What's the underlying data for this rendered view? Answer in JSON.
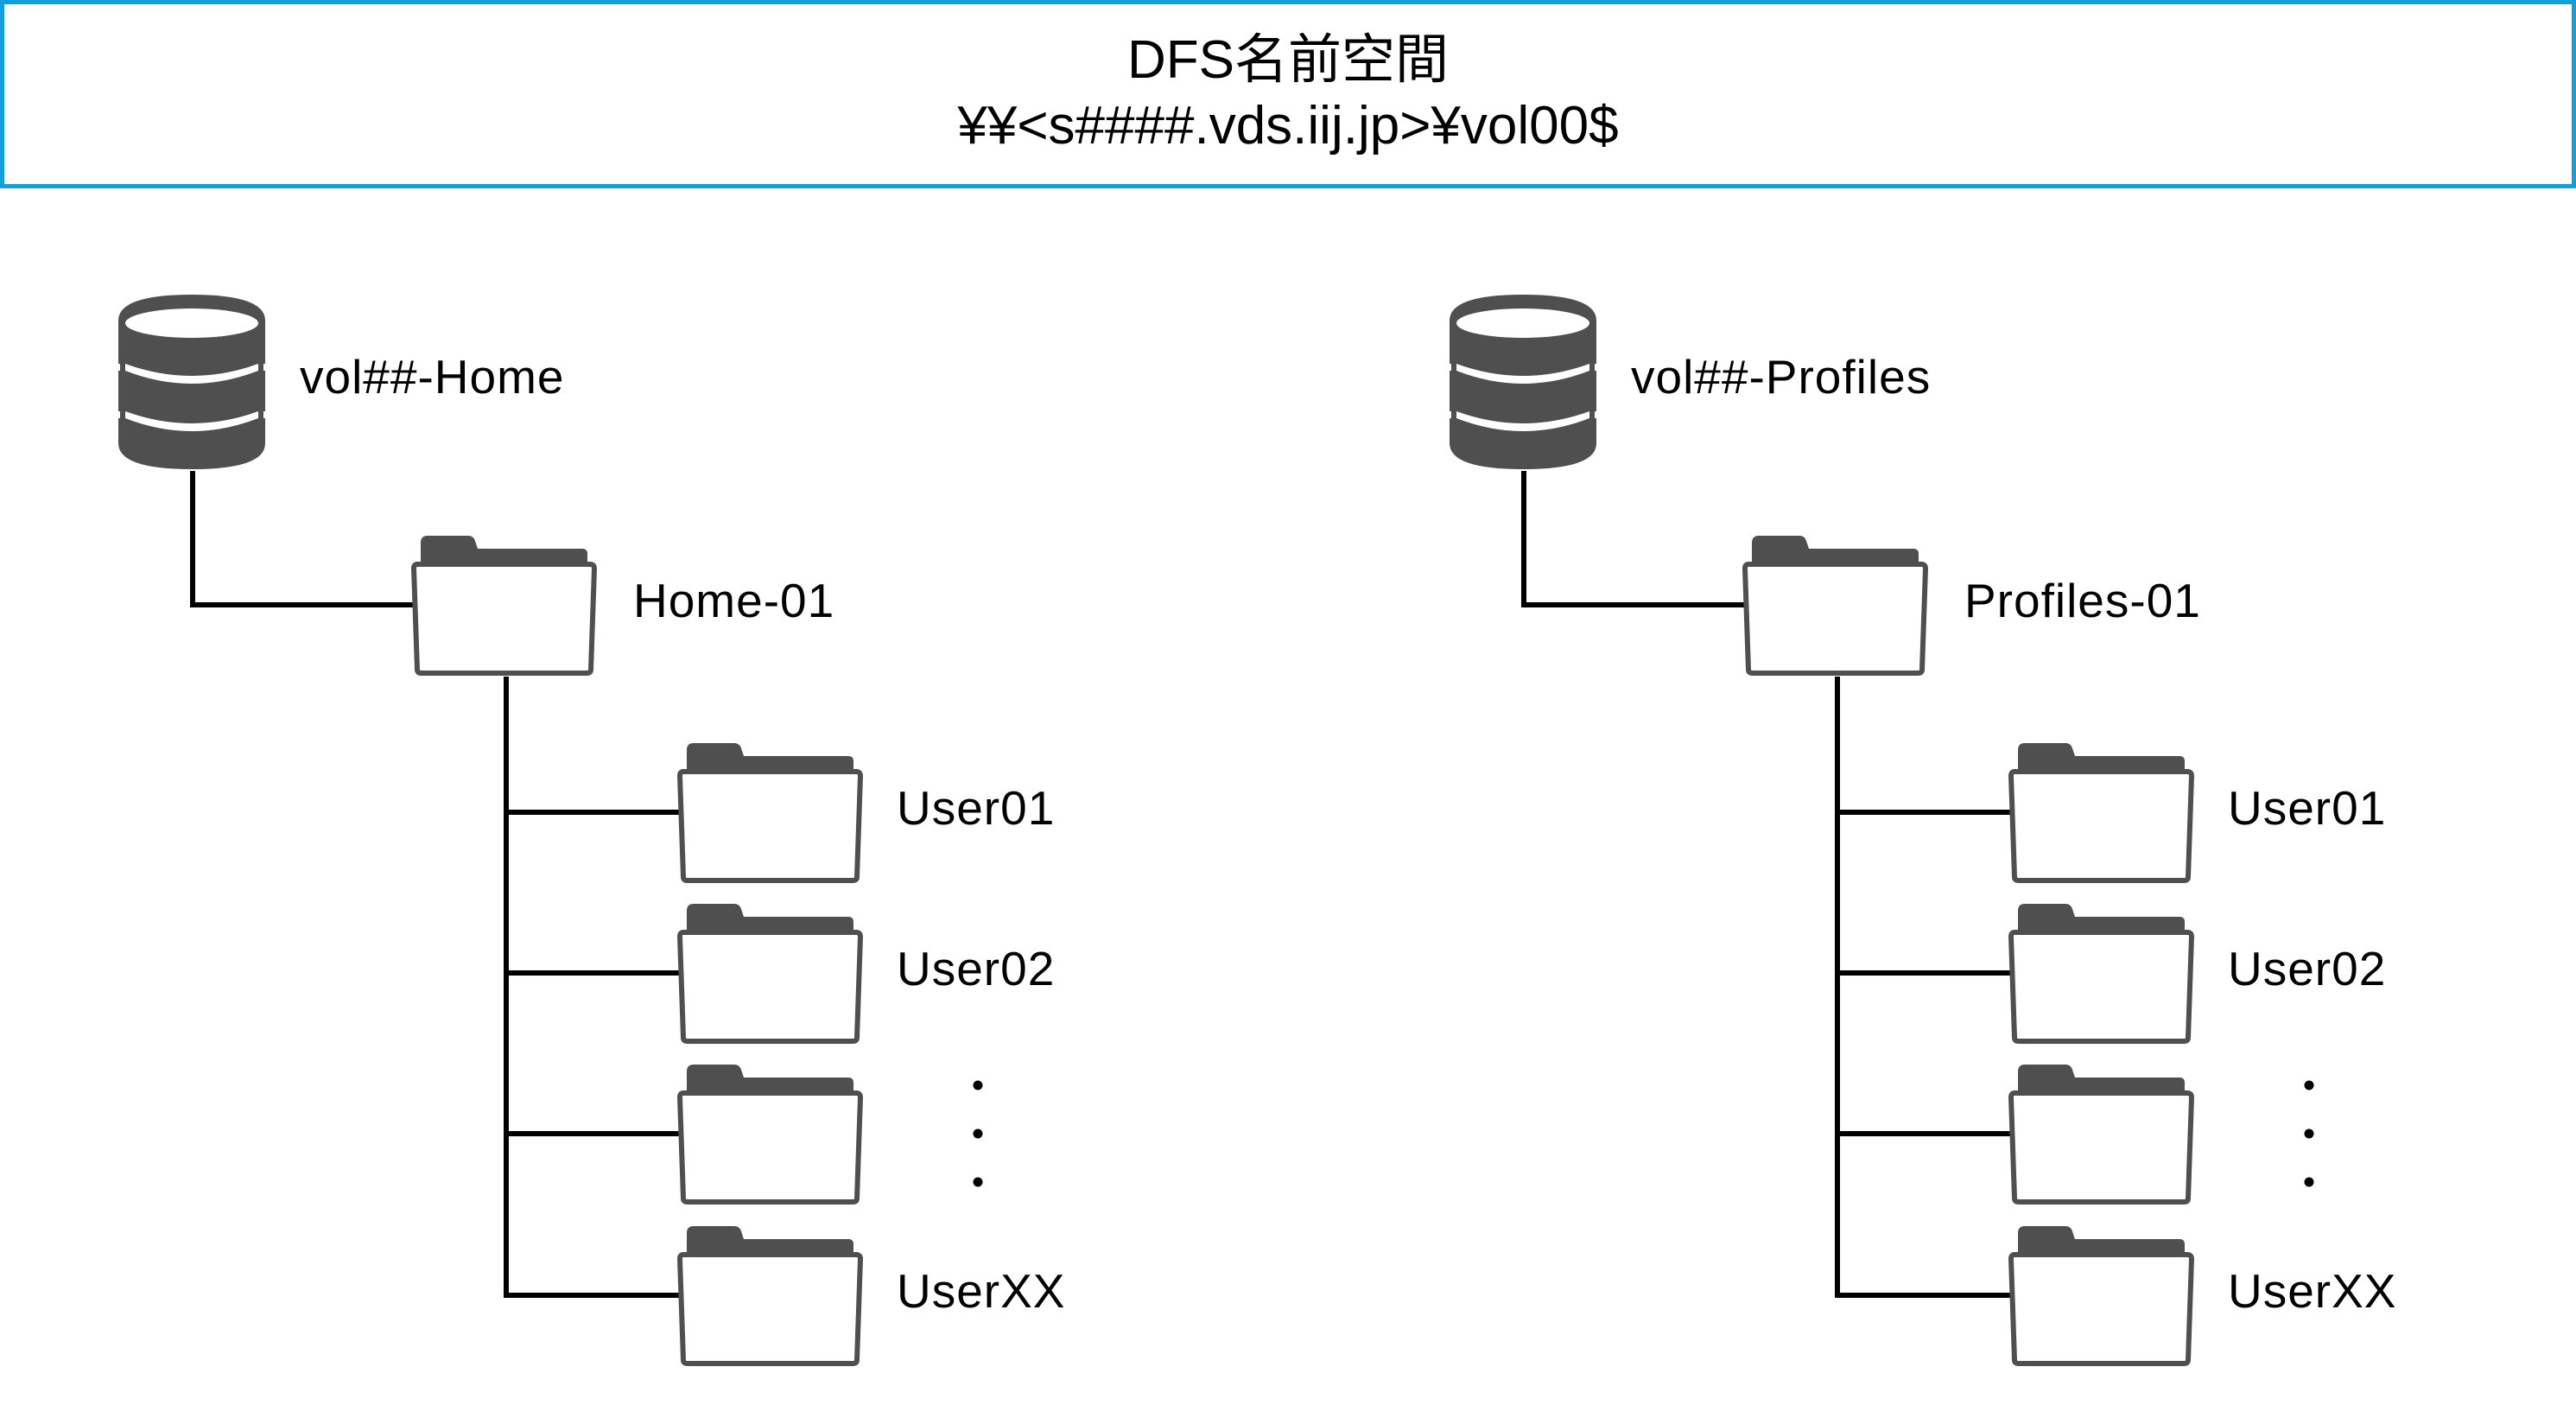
{
  "header": {
    "title": "DFS名前空間",
    "path": "¥¥<s####.vds.iij.jp>¥vol00$",
    "border_color": "#139fd8"
  },
  "icon_color": "#4f4f4f",
  "line_color": "#000000",
  "trees": [
    {
      "volume": {
        "label": "vol##-Home",
        "icon": "database-icon"
      },
      "share": {
        "label": "Home-01",
        "icon": "folder-icon"
      },
      "children": [
        {
          "label": "User01",
          "icon": "folder-icon"
        },
        {
          "label": "User02",
          "icon": "folder-icon"
        },
        {
          "label": "",
          "icon": "folder-icon",
          "ellipsis": "vertical-dots"
        },
        {
          "label": "UserXX",
          "icon": "folder-icon"
        }
      ]
    },
    {
      "volume": {
        "label": "vol##-Profiles",
        "icon": "database-icon"
      },
      "share": {
        "label": "Profiles-01",
        "icon": "folder-icon"
      },
      "children": [
        {
          "label": "User01",
          "icon": "folder-icon"
        },
        {
          "label": "User02",
          "icon": "folder-icon"
        },
        {
          "label": "",
          "icon": "folder-icon",
          "ellipsis": "vertical-dots"
        },
        {
          "label": "UserXX",
          "icon": "folder-icon"
        }
      ]
    }
  ]
}
